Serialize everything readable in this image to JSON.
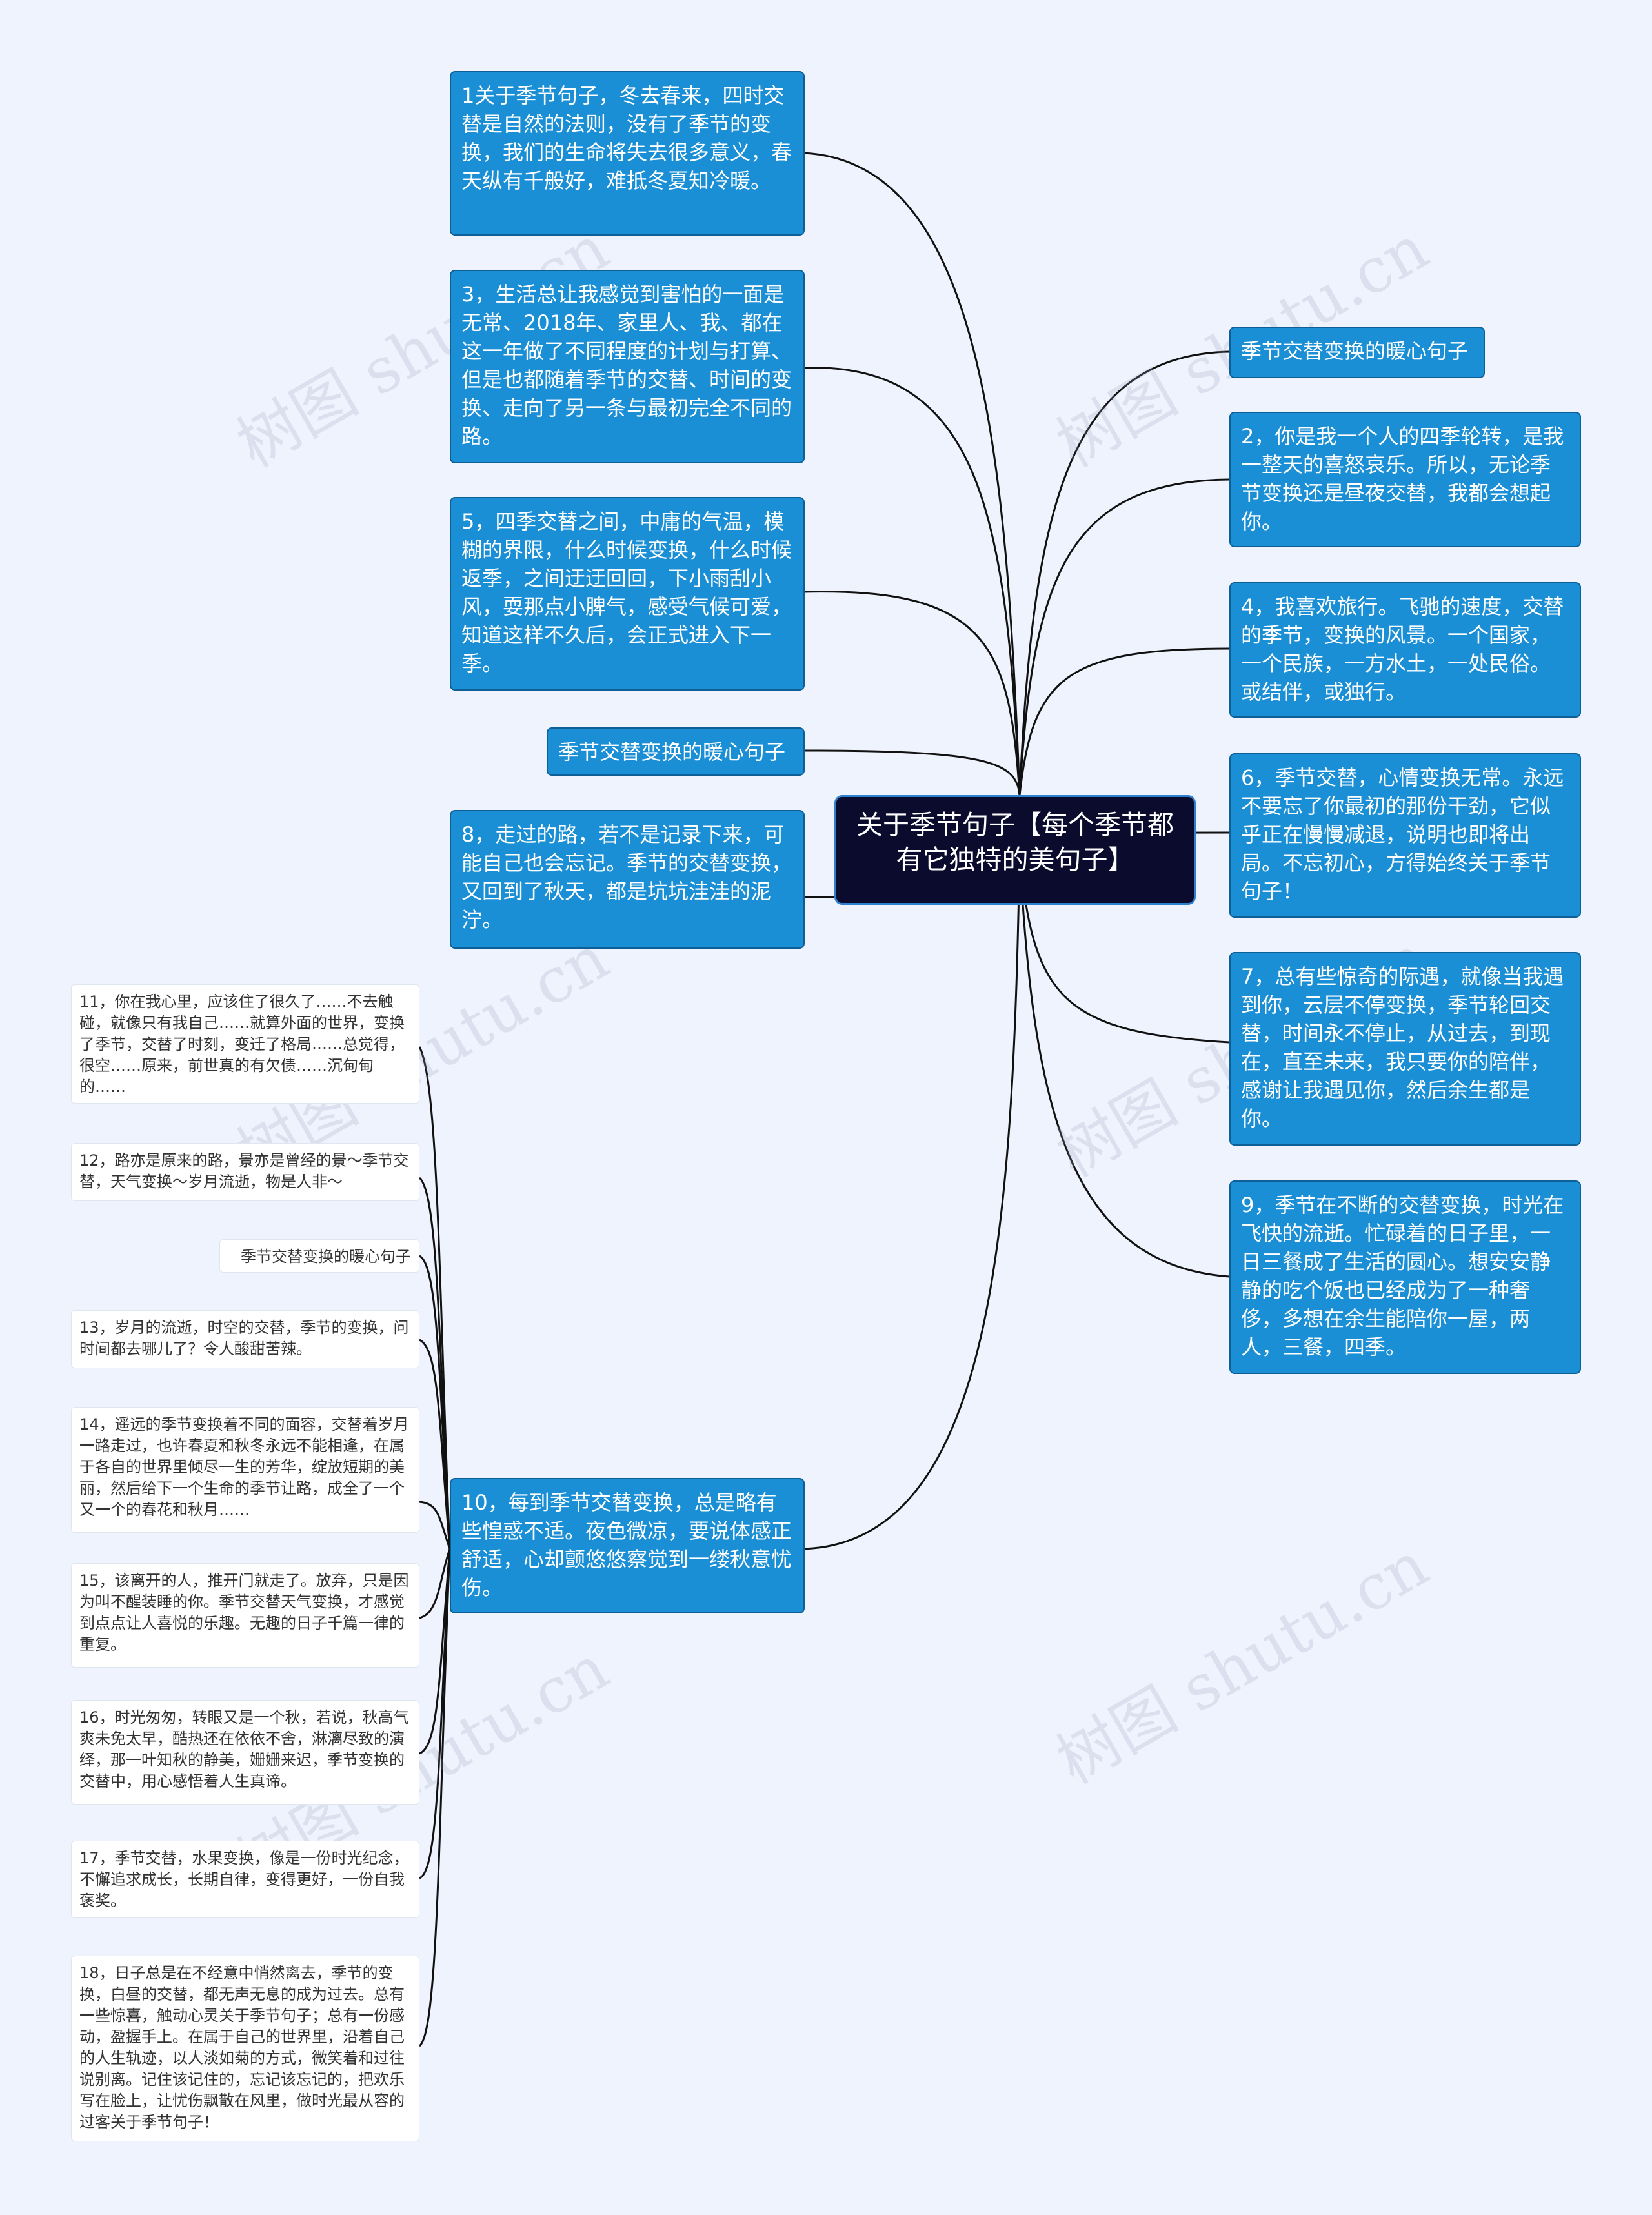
{
  "colors": {
    "background": "#eef3fd",
    "node": "#1a8fd6",
    "center": "#0b0b2e",
    "line": "#111111"
  },
  "center": {
    "text": "关于季节句子【每个季节都有它独特的美句子】"
  },
  "left_nodes": [
    {
      "text": "1关于季节句子，冬去春来，四时交替是自然的法则，没有了季节的变换，我们的生命将失去很多意义，春天纵有千般好，难抵冬夏知冷暖。"
    },
    {
      "text": "3，生活总让我感觉到害怕的一面是无常、2018年、家里人、我、都在这一年做了不同程度的计划与打算、但是也都随着季节的交替、时间的变换、走向了另一条与最初完全不同的路。"
    },
    {
      "text": "5，四季交替之间，中庸的气温，模糊的界限，什么时候变换，什么时候返季，之间迂迂回回，下小雨刮小风，耍那点小脾气，感受气候可爱，知道这样不久后，会正式进入下一季。"
    },
    {
      "text": "季节交替变换的暖心句子"
    },
    {
      "text": "8，走过的路，若不是记录下来，可能自己也会忘记。季节的交替变换，又回到了秋天，都是坑坑洼洼的泥泞。"
    },
    {
      "text": "10，每到季节交替变换，总是略有些惶惑不适。夜色微凉，要说体感正舒适，心却颤悠悠察觉到一缕秋意忧伤。"
    }
  ],
  "right_nodes": [
    {
      "text": "季节交替变换的暖心句子"
    },
    {
      "text": "2，你是我一个人的四季轮转，是我一整天的喜怒哀乐。所以，无论季节变换还是昼夜交替，我都会想起你。"
    },
    {
      "text": "4，我喜欢旅行。飞驰的速度，交替的季节，变换的风景。一个国家，一个民族，一方水土，一处民俗。或结伴，或独行。"
    },
    {
      "text": "6，季节交替，心情变换无常。永远不要忘了你最初的那份干劲，它似乎正在慢慢减退，说明也即将出局。不忘初心，方得始终关于季节句子！"
    },
    {
      "text": "7，总有些惊奇的际遇，就像当我遇到你，云层不停变换，季节轮回交替，时间永不停止，从过去，到现在，直至未来，我只要你的陪伴，感谢让我遇见你，然后余生都是你。"
    },
    {
      "text": "9，季节在不断的交替变换，时光在飞快的流逝。忙碌着的日子里，一日三餐成了生活的圆心。想安安静静的吃个饭也已经成为了一种奢侈，多想在余生能陪你一屋，两人，三餐，四季。"
    }
  ],
  "sub_nodes": [
    {
      "text": "11，你在我心里，应该住了很久了……不去触碰，就像只有我自己……就算外面的世界，变换了季节，交替了时刻，变迁了格局……总觉得，很空……原来，前世真的有欠债……沉甸甸的……"
    },
    {
      "text": "12，路亦是原来的路，景亦是曾经的景～季节交替，天气变换～岁月流逝，物是人非～"
    },
    {
      "text": "季节交替变换的暖心句子"
    },
    {
      "text": "13，岁月的流逝，时空的交替，季节的变换，问时间都去哪儿了？令人酸甜苦辣。"
    },
    {
      "text": "14，遥远的季节变换着不同的面容，交替着岁月一路走过，也许春夏和秋冬永远不能相逢，在属于各自的世界里倾尽一生的芳华，绽放短期的美丽，然后给下一个生命的季节让路，成全了一个又一个的春花和秋月……"
    },
    {
      "text": "15，该离开的人，推开门就走了。放弃，只是因为叫不醒装睡的你。季节交替天气变换，才感觉到点点让人喜悦的乐趣。无趣的日子千篇一律的重复。"
    },
    {
      "text": "16，时光匆匆，转眼又是一个秋，若说，秋高气爽未免太早，酷热还在依依不舍，淋漓尽致的演绎，那一叶知秋的静美，姗姗来迟，季节变换的交替中，用心感悟着人生真谛。"
    },
    {
      "text": "17，季节交替，水果变换，像是一份时光纪念，不懈追求成长，长期自律，变得更好，一份自我褒奖。"
    },
    {
      "text": "18，日子总是在不经意中悄然离去，季节的变换，白昼的交替，都无声无息的成为过去。总有一些惊喜，触动心灵关于季节句子；总有一份感动，盈握手上。在属于自己的世界里，沿着自己的人生轨迹，以人淡如菊的方式，微笑着和过往说别离。记住该记住的，忘记该忘记的，把欢乐写在脸上，让忧伤飘散在风里，做时光最从容的过客关于季节句子！"
    }
  ],
  "watermark": "树图 shutu.cn"
}
